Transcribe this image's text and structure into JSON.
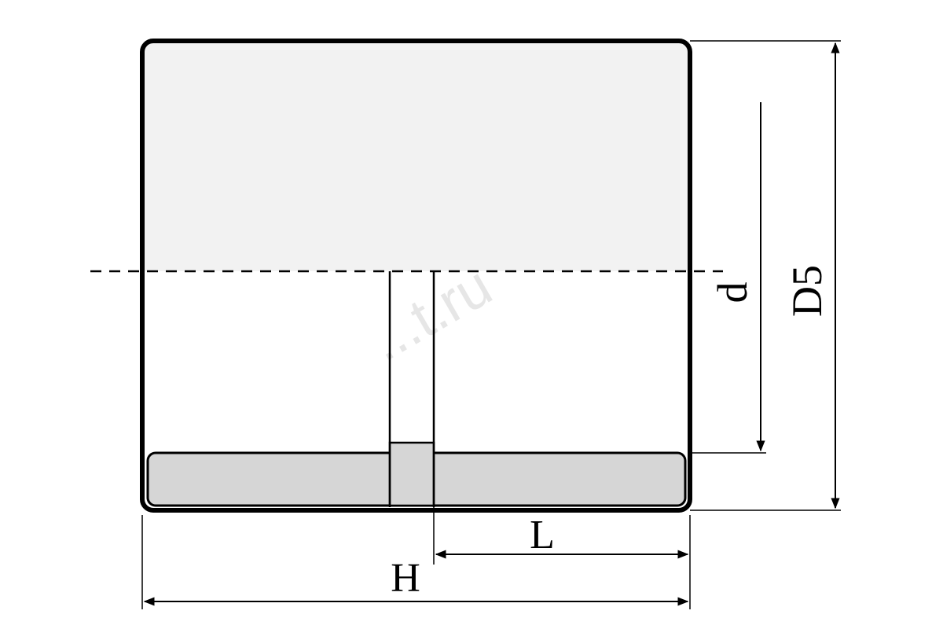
{
  "diagram": {
    "labels": {
      "D5": "D5",
      "d": "d",
      "L": "L",
      "H": "H"
    },
    "watermark": "...t.ru",
    "colors": {
      "outline": "#000000",
      "upper_fill": "#f2f2f2",
      "band_fill": "#d6d6d6",
      "background": "#ffffff"
    }
  }
}
